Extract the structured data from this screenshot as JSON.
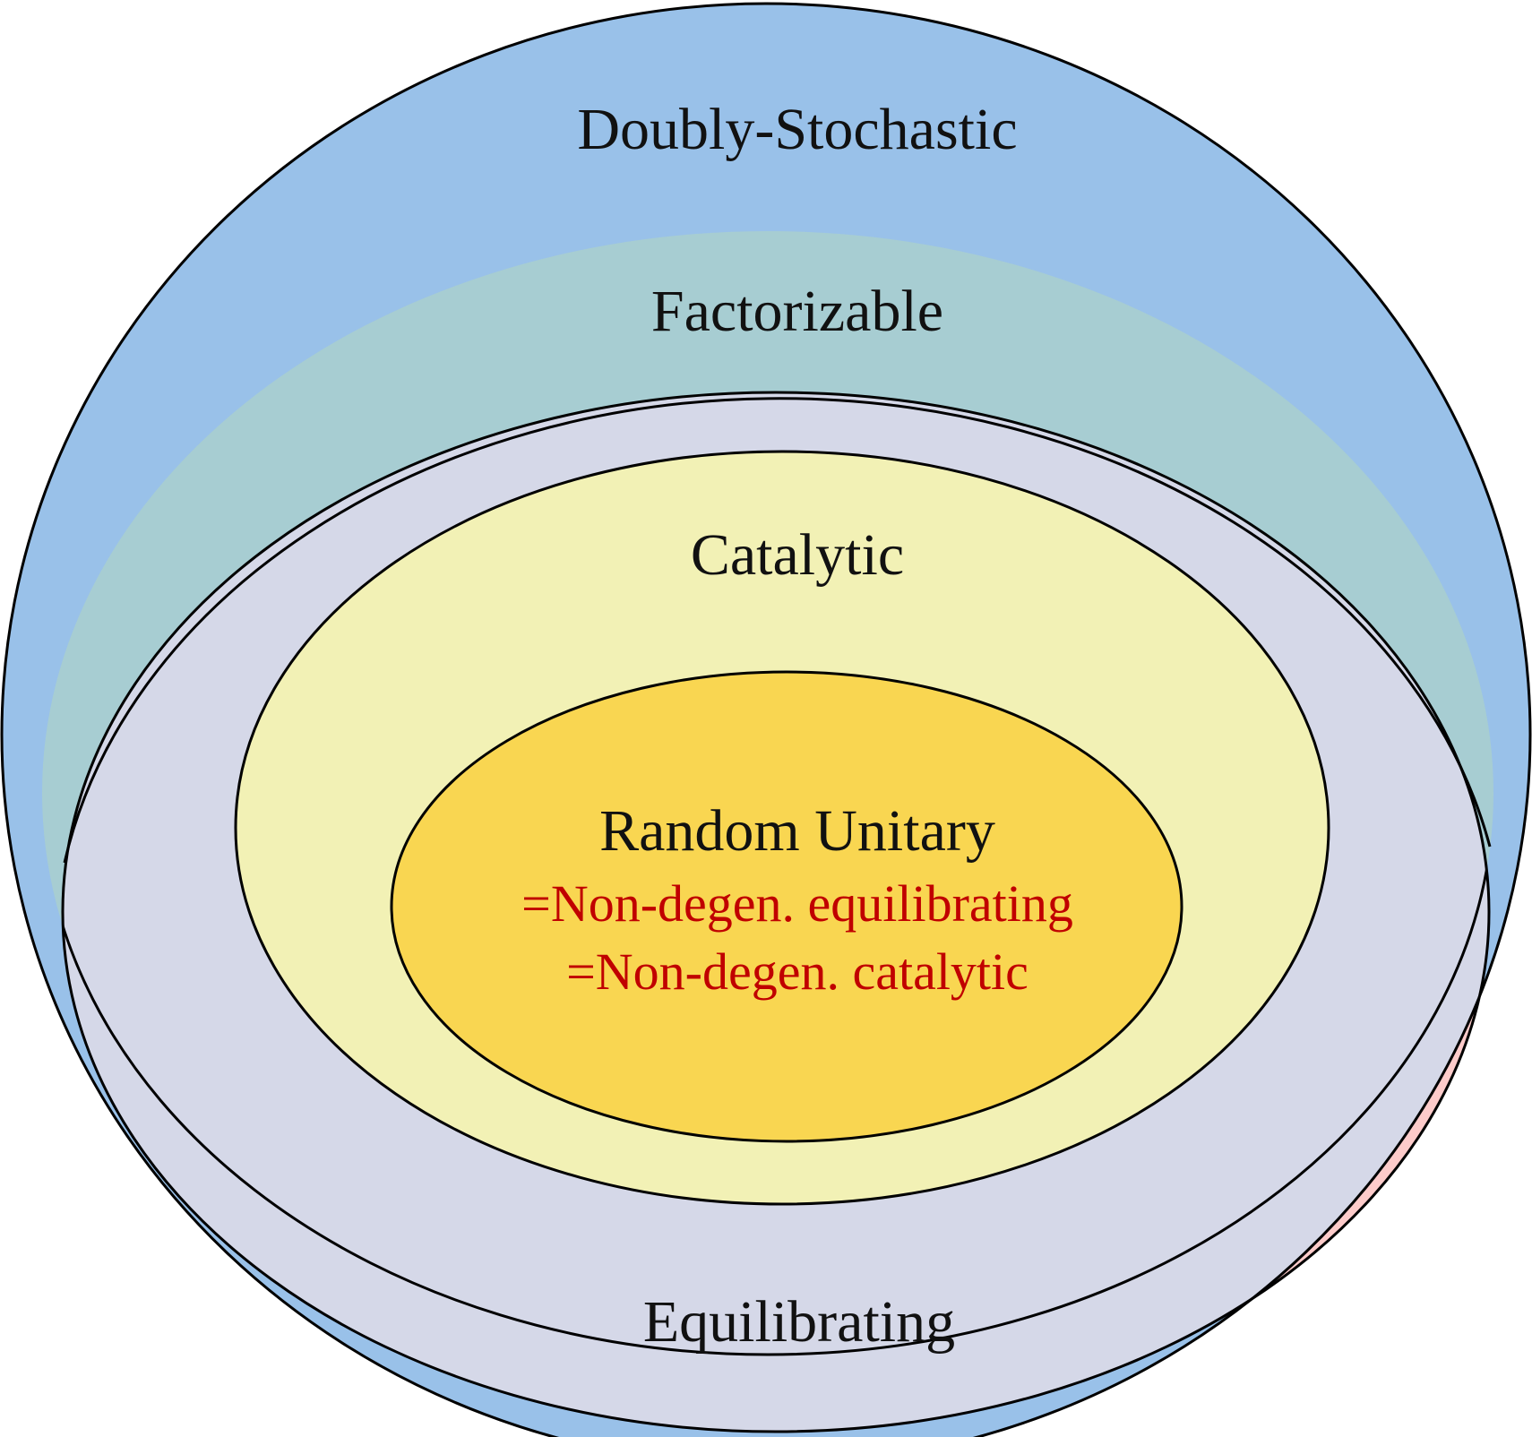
{
  "diagram": {
    "regions": {
      "doubly_stochastic": {
        "label": "Doubly-Stochastic",
        "fill": "#99c1e9"
      },
      "factorizable": {
        "label": "Factorizable",
        "fill": "#a7cdd2"
      },
      "equilibrating": {
        "label": "Equilibrating",
        "fill": "#fdcbca"
      },
      "overlap": {
        "fill": "#d5d8e8"
      },
      "catalytic": {
        "label": "Catalytic",
        "fill": "#f2f1b5"
      },
      "random_unitary": {
        "label": "Random Unitary",
        "note_line_1": "=Non-degen. equilibrating",
        "note_line_2": "=Non-degen. catalytic",
        "fill": "#f9d651",
        "note_color": "#c00000"
      }
    }
  }
}
